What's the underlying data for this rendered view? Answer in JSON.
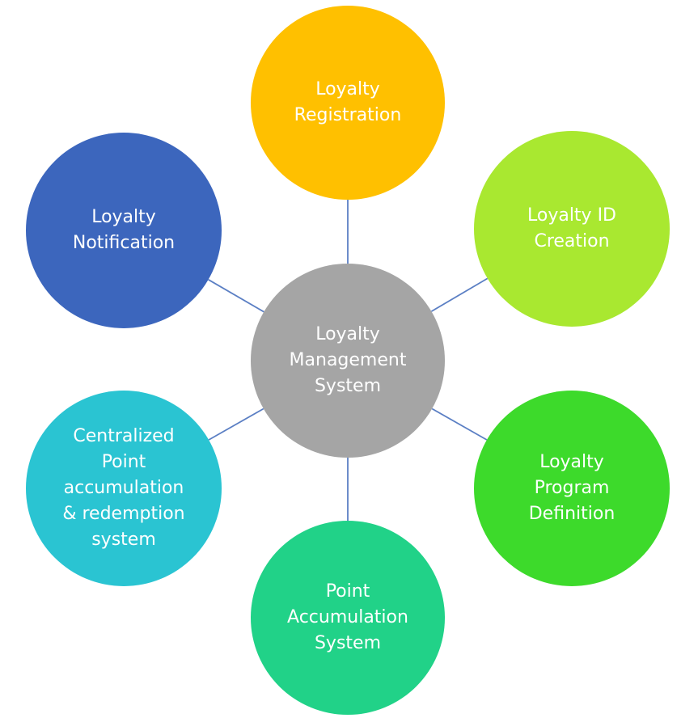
{
  "diagram": {
    "center": {
      "label_lines": [
        "Loyalty",
        "Management",
        "System"
      ],
      "color": "#A5A5A5"
    },
    "nodes": [
      {
        "id": "loyalty-registration",
        "label_lines": [
          "Loyalty",
          "Registration"
        ],
        "color": "#FFC000"
      },
      {
        "id": "loyalty-id-creation",
        "label_lines": [
          "Loyalty ID",
          "Creation"
        ],
        "color": "#A9E830"
      },
      {
        "id": "loyalty-program-definition",
        "label_lines": [
          "Loyalty",
          "Program",
          "Definition"
        ],
        "color": "#3DDA2B"
      },
      {
        "id": "point-accumulation-system",
        "label_lines": [
          "Point",
          "Accumulation",
          "System"
        ],
        "color": "#21D288"
      },
      {
        "id": "centralized-point-accumulation",
        "label_lines": [
          "Centralized",
          "Point",
          "accumulation",
          "& redemption",
          "system"
        ],
        "color": "#2AC4D2"
      },
      {
        "id": "loyalty-notification",
        "label_lines": [
          "Loyalty",
          "Notification"
        ],
        "color": "#3C66BD"
      }
    ],
    "connector_color": "#5B7FC4",
    "text_color": "#FFFFFF"
  }
}
